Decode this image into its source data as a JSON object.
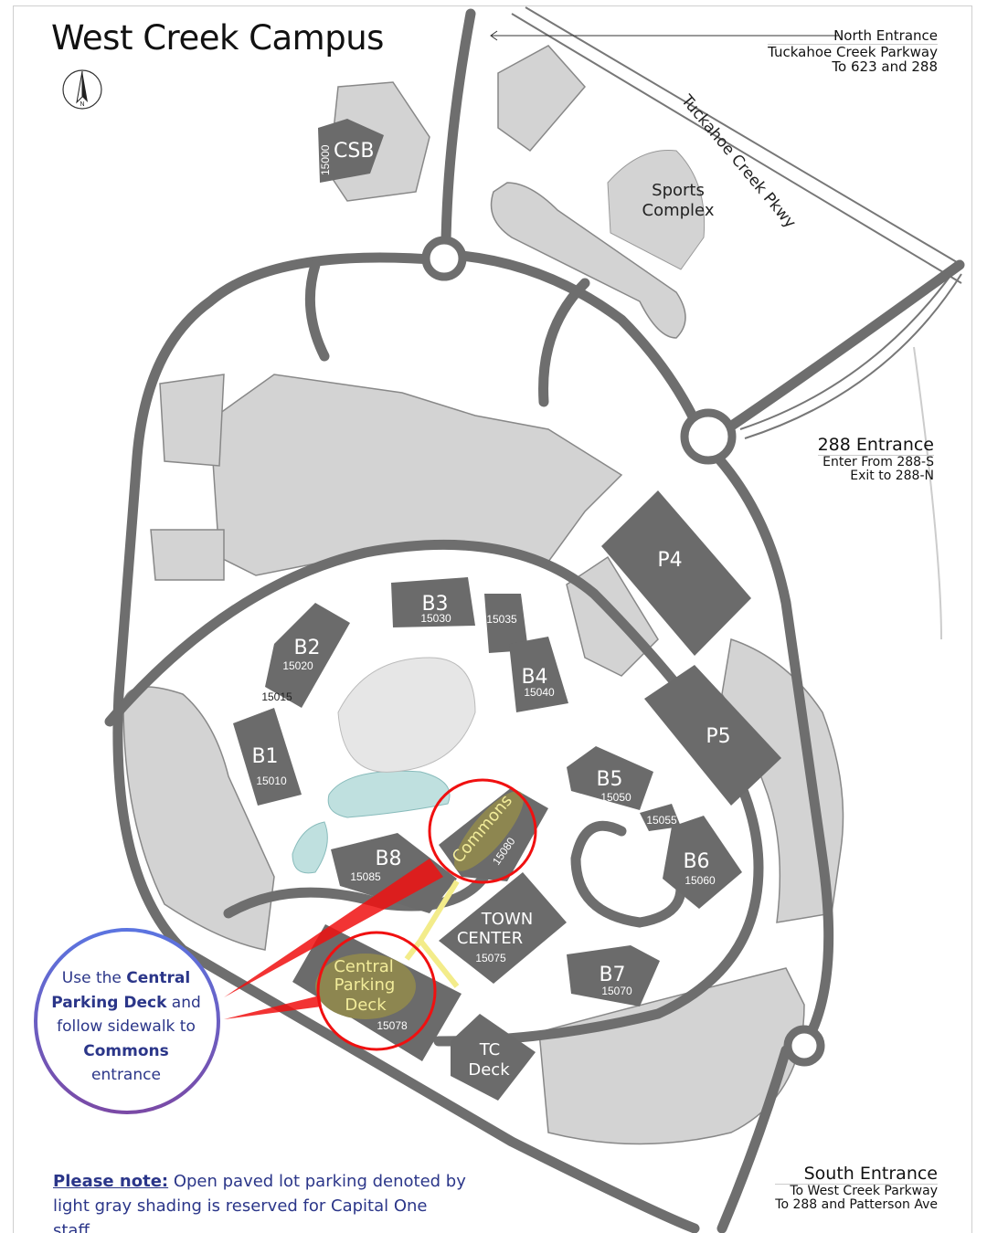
{
  "title": "West Creek Campus",
  "compass": {
    "label": "N"
  },
  "north_entrance": {
    "heading": "North Entrance",
    "lines": [
      "Tuckahoe Creek Parkway",
      "To 623 and 288"
    ]
  },
  "entrance_288": {
    "heading": "288 Entrance",
    "lines": [
      "Enter From 288-S",
      "Exit to 288-N"
    ]
  },
  "south_entrance": {
    "heading": "South Entrance",
    "lines": [
      "To West Creek Parkway",
      "To 288 and Patterson Ave"
    ]
  },
  "road_label": "Tuckahoe Creek Pkwy",
  "buildings": {
    "csb": {
      "name": "CSB",
      "number": "15000"
    },
    "sports": {
      "line1": "Sports",
      "line2": "Complex"
    },
    "p4": {
      "name": "P4"
    },
    "p5": {
      "name": "P5"
    },
    "b3": {
      "name": "B3",
      "number": "15030"
    },
    "b3b": {
      "number": "15035"
    },
    "b4": {
      "name": "B4",
      "number": "15040"
    },
    "b2": {
      "name": "B2",
      "number": "15020"
    },
    "b2b": {
      "number": "15015"
    },
    "b1": {
      "name": "B1",
      "number": "15010"
    },
    "b5": {
      "name": "B5",
      "number": "15050"
    },
    "b5b": {
      "number": "15055"
    },
    "b6": {
      "name": "B6",
      "number": "15060"
    },
    "b8": {
      "name": "B8",
      "number": "15085"
    },
    "commons": {
      "name": "Commons",
      "number": "15080"
    },
    "town_center": {
      "line1": "TOWN",
      "line2": "CENTER",
      "number": "15075"
    },
    "b7": {
      "name": "B7",
      "number": "15070"
    },
    "central_deck": {
      "line1": "Central",
      "line2": "Parking",
      "line3": "Deck",
      "number": "15078"
    },
    "tc_deck": {
      "line1": "TC",
      "line2": "Deck"
    }
  },
  "callout": {
    "p1": "Use the ",
    "b1": "Central",
    "b2": "Parking Deck",
    "p2": " and",
    "p3": "follow sidewalk to",
    "b3": "Commons",
    "p4": "entrance"
  },
  "note": {
    "label": "Please note:",
    "text": " Open paved lot parking denoted by light gray shading is reserved for Capital One staff."
  },
  "colors": {
    "building": "#6b6b6b",
    "road": "#6e6e6e",
    "lot": "#d3d3d3",
    "highlight_red": "#f01010",
    "text_blue": "#2b3689"
  }
}
